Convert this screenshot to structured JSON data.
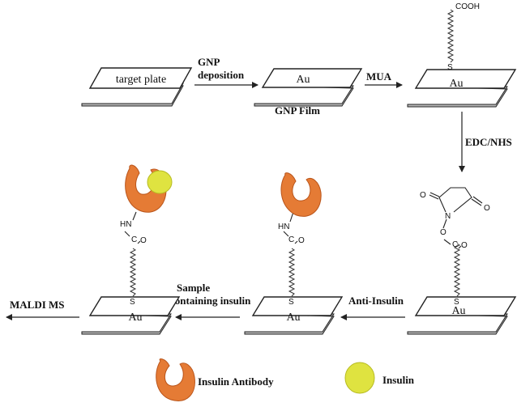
{
  "diagram": {
    "plates": [
      {
        "label": "target plate"
      },
      {
        "label": "Au"
      },
      {
        "label": "Au"
      },
      {
        "label": "Au"
      },
      {
        "label": "Au"
      },
      {
        "label": "Au"
      }
    ],
    "steps": {
      "gnp_deposition_line1": "GNP",
      "gnp_deposition_line2": "deposition",
      "gnp_film": "GNP Film",
      "mua": "MUA",
      "edc_nhs": "EDC/NHS",
      "anti_insulin": "Anti-Insulin",
      "sample_line1": "Sample",
      "sample_line2": "containing insulin",
      "maldi": "MALDI MS"
    },
    "chem": {
      "cooh": "COOH",
      "s": "S",
      "o": "O",
      "n": "N",
      "c": "C",
      "hn": "HN"
    },
    "legend": {
      "antibody": "Insulin Antibody",
      "insulin": "Insulin"
    },
    "colors": {
      "antibody": "#e57b35",
      "antibody_dark": "#b9541a",
      "insulin": "#dfe340",
      "insulin_dark": "#b7bb22",
      "plate_side": "#b8b8b8"
    }
  }
}
